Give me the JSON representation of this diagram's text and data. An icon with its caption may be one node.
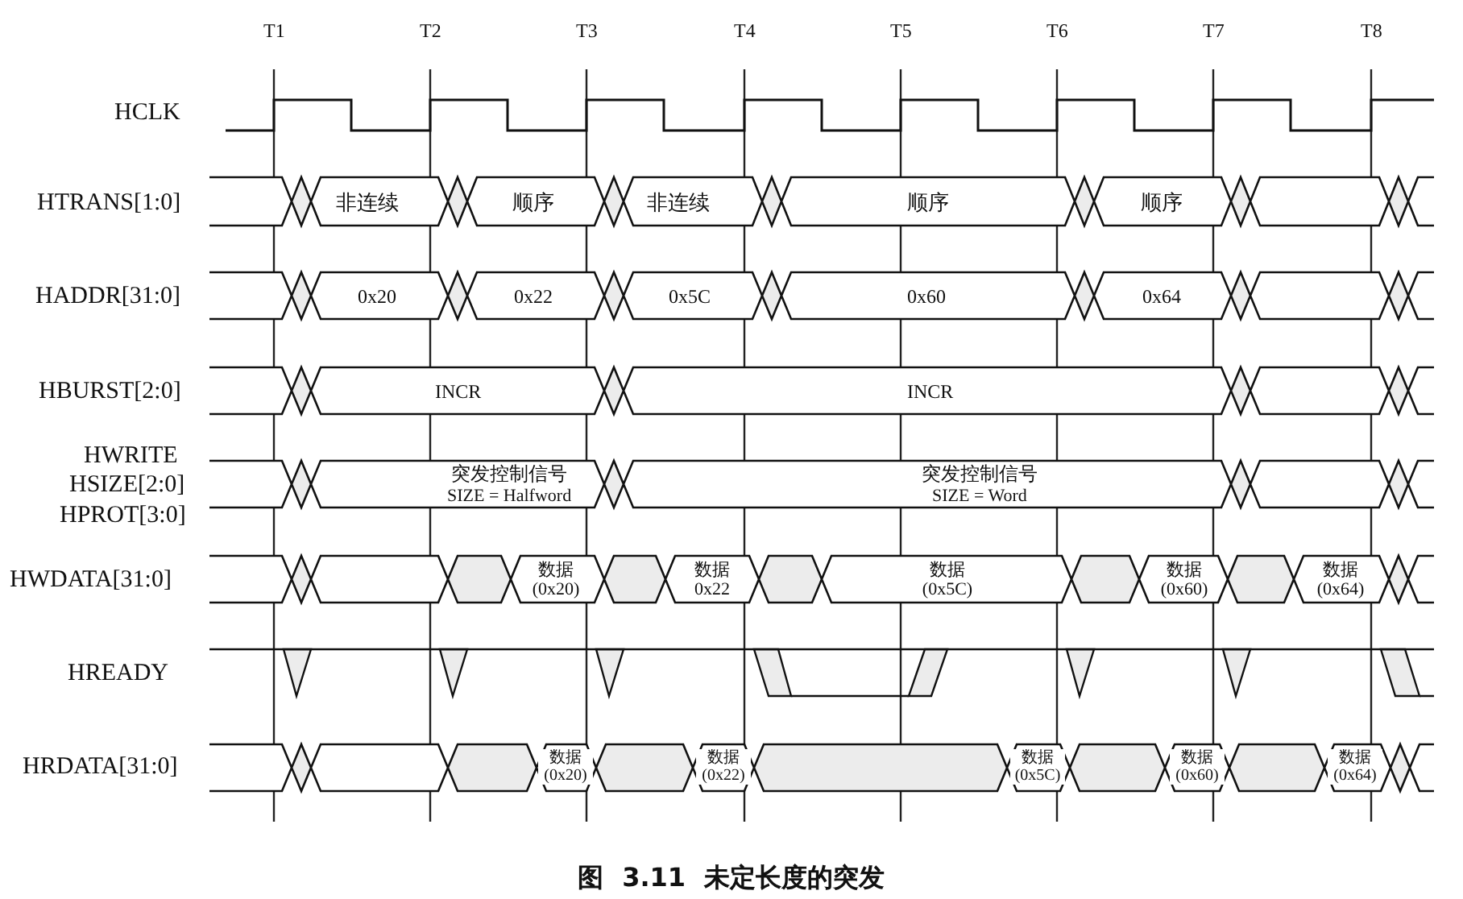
{
  "diagram": {
    "caption": "图 3.11 未定长度的突发",
    "labels": [
      "T1",
      "T2",
      "T3",
      "T4",
      "T5",
      "T6",
      "T7",
      "T8",
      "HCLK",
      "HTRANS[1:0]",
      "非连续",
      "顺序",
      "非连续",
      "顺序",
      "顺序",
      "HADDR[31:0]",
      "0x20",
      "0x22",
      "0x5C",
      "0x60",
      "0x64",
      "HBURST[2:0]",
      "INCR",
      "INCR",
      "HWRITE",
      "HSIZE[2:0]",
      "HPROT[3:0]",
      "突发控制信号",
      "SIZE = Halfword",
      "突发控制信号",
      "SIZE = Word",
      "HWDATA[31:0]",
      "数据 (0x20)",
      "数据 0x22",
      "数据 (0x5C)",
      "数据 (0x60)",
      "数据 (0x64)",
      "HREADY",
      "HRDATA[31:0]",
      "数据 (0x20)",
      "数据 (0x22)",
      "数据 (0x5C)",
      "数据 (0x60)",
      "数据 (0x64)"
    ]
  }
}
